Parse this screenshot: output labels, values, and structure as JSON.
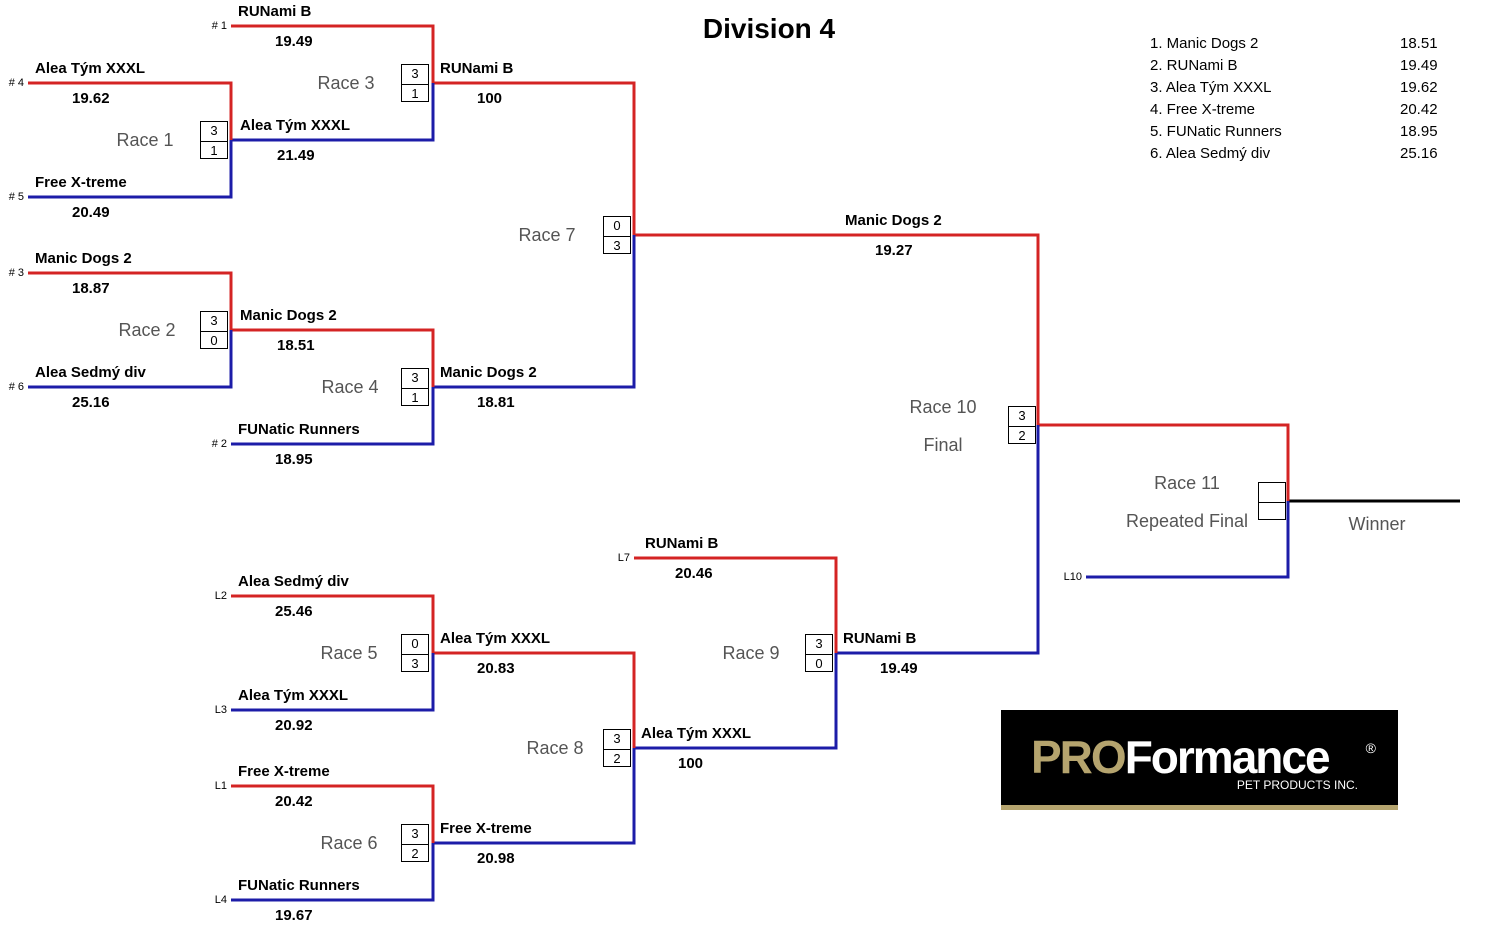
{
  "title": "Division 4",
  "colors": {
    "top": "#d42424",
    "bottom": "#1c1ca8",
    "winner": "#000000"
  },
  "standings": [
    {
      "team": "1. Manic Dogs 2",
      "time": "18.51"
    },
    {
      "team": "2. RUNami B",
      "time": "19.49"
    },
    {
      "team": "3. Alea Tým XXXL",
      "time": "19.62"
    },
    {
      "team": "4. Free X-treme",
      "time": "20.42"
    },
    {
      "team": "5. FUNatic Runners",
      "time": "18.95"
    },
    {
      "team": "6. Alea Sedmý div",
      "time": "25.16"
    }
  ],
  "slots": [
    {
      "seed": "# 1",
      "name": "RUNami B",
      "time": "19.49"
    },
    {
      "seed": "# 4",
      "name": "Alea Tým XXXL",
      "time": "19.62"
    },
    {
      "seed": "# 5",
      "name": "Free X-treme",
      "time": "20.49"
    },
    {
      "name": "Alea Tým XXXL",
      "time": "21.49"
    },
    {
      "name": "RUNami B",
      "time": "100"
    },
    {
      "seed": "# 3",
      "name": "Manic Dogs 2",
      "time": "18.87"
    },
    {
      "seed": "# 6",
      "name": "Alea Sedmý div",
      "time": "25.16"
    },
    {
      "name": "Manic Dogs 2",
      "time": "18.51"
    },
    {
      "seed": "# 2",
      "name": "FUNatic Runners",
      "time": "18.95"
    },
    {
      "name": "Manic Dogs 2",
      "time": "18.81"
    },
    {
      "name": "Manic Dogs 2",
      "time": "19.27"
    },
    {
      "seed": "L2",
      "name": "Alea Sedmý div",
      "time": "25.46"
    },
    {
      "seed": "L3",
      "name": "Alea Tým XXXL",
      "time": "20.92"
    },
    {
      "name": "Alea Tým XXXL",
      "time": "20.83"
    },
    {
      "seed": "L1",
      "name": "Free X-treme",
      "time": "20.42"
    },
    {
      "seed": "L4",
      "name": "FUNatic Runners",
      "time": "19.67"
    },
    {
      "name": "Free X-treme",
      "time": "20.98"
    },
    {
      "name": "Alea Tým XXXL",
      "time": "100"
    },
    {
      "seed": "L7",
      "name": "RUNami B",
      "time": "20.46"
    },
    {
      "name": "RUNami B",
      "time": "19.49"
    },
    {
      "seed": "L10"
    }
  ],
  "races": [
    {
      "label": "Race 1",
      "scores": [
        "3",
        "1"
      ]
    },
    {
      "label": "Race 2",
      "scores": [
        "3",
        "0"
      ]
    },
    {
      "label": "Race 3",
      "scores": [
        "3",
        "1"
      ]
    },
    {
      "label": "Race 4",
      "scores": [
        "3",
        "1"
      ]
    },
    {
      "label": "Race 5",
      "scores": [
        "0",
        "3"
      ]
    },
    {
      "label": "Race 6",
      "scores": [
        "3",
        "2"
      ]
    },
    {
      "label": "Race 7",
      "scores": [
        "0",
        "3"
      ]
    },
    {
      "label": "Race 8",
      "scores": [
        "3",
        "2"
      ]
    },
    {
      "label": "Race 9",
      "scores": [
        "3",
        "0"
      ]
    },
    {
      "label": "Race 10",
      "sublabel": "Final",
      "scores": [
        "3",
        "2"
      ]
    },
    {
      "label": "Race 11",
      "sublabel": "Repeated Final",
      "scores": [
        "",
        ""
      ]
    }
  ],
  "winner_label": "Winner",
  "logo": {
    "brand_a": "PRO",
    "brand_b": "Formance",
    "reg": "®",
    "sub": "PET PRODUCTS INC."
  }
}
